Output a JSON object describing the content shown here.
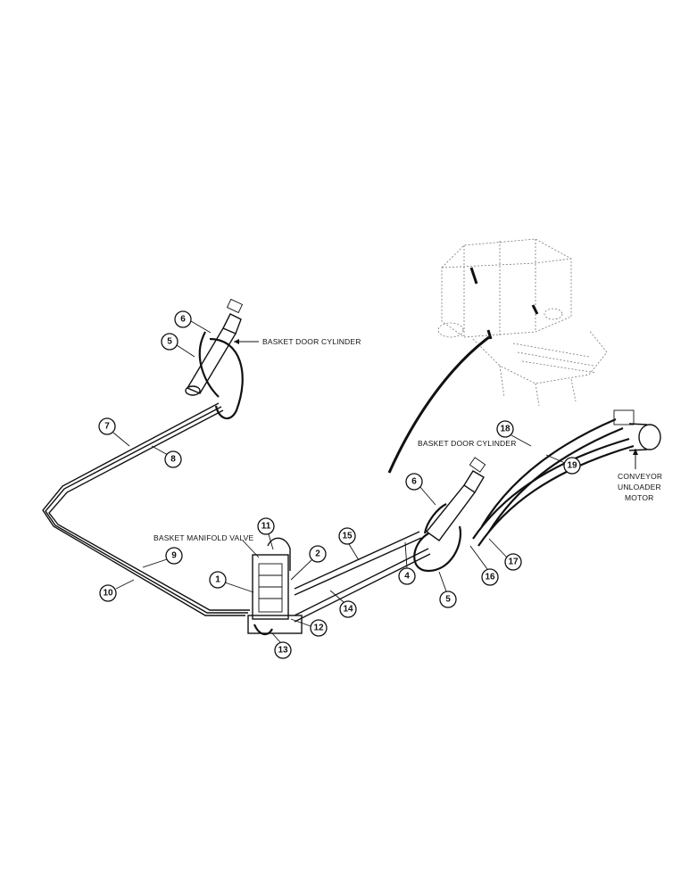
{
  "labels": {
    "basket_door_cylinder_top": "BASKET DOOR CYLINDER",
    "basket_door_cylinder_right": "BASKET DOOR CYLINDER",
    "basket_manifold_valve": "BASKET MANIFOLD VALVE",
    "conveyor_line1": "CONVEYOR",
    "conveyor_line2": "UNLOADER",
    "conveyor_line3": "MOTOR"
  },
  "callouts": {
    "c6a": "6",
    "c5a": "5",
    "c7": "7",
    "c8": "8",
    "c9": "9",
    "c10": "10",
    "c1": "1",
    "c11": "11",
    "c2": "2",
    "c12": "12",
    "c13": "13",
    "c15": "15",
    "c14": "14",
    "c4": "4",
    "c6b": "6",
    "c5b": "5",
    "c16": "16",
    "c17": "17",
    "c18": "18",
    "c19": "19"
  }
}
